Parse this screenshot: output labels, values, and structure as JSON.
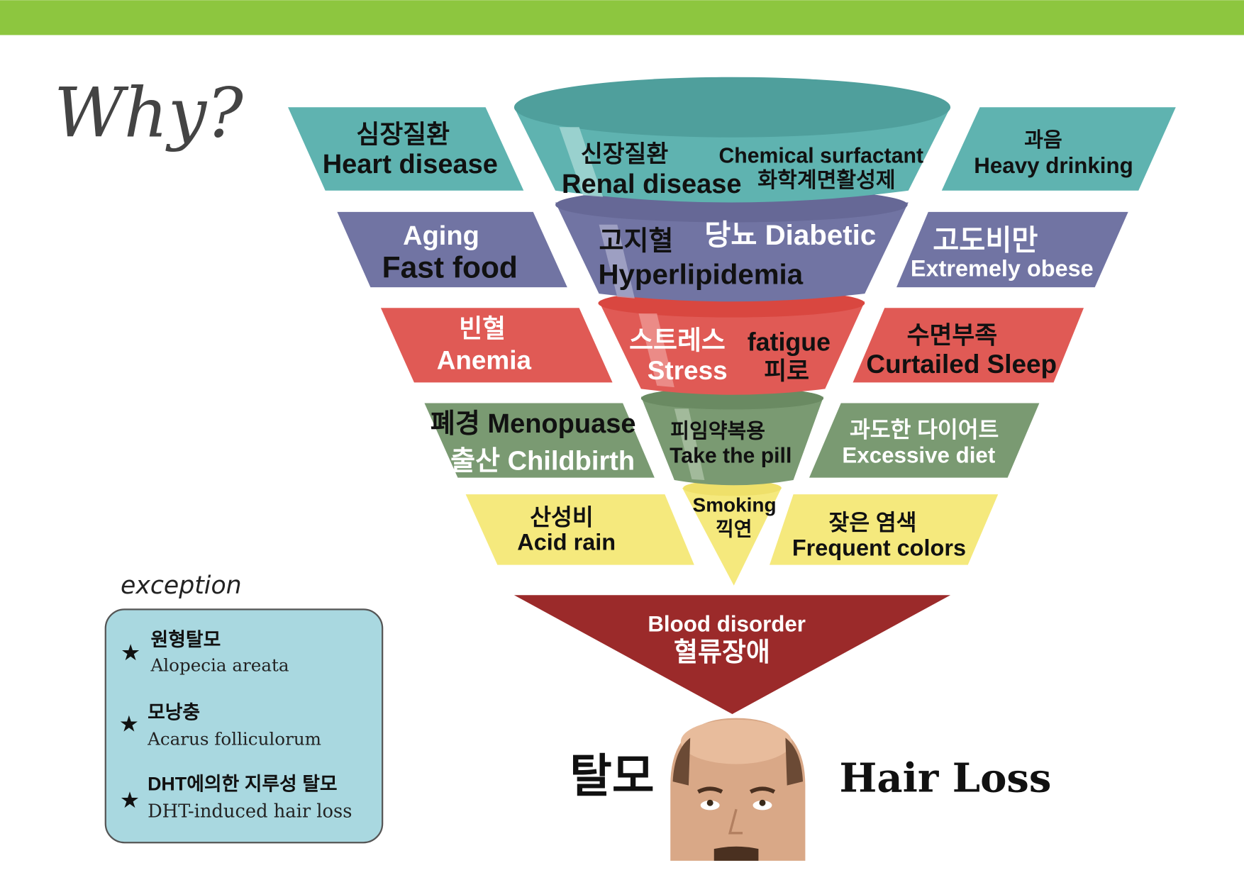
{
  "title": "Why?",
  "funnel_center": {
    "teal": {
      "kr": "신장질환",
      "en": "Renal disease",
      "en2": "Chemical surfactant",
      "kr2": "화학계면활성제"
    },
    "purple": {
      "kr": "고지혈",
      "en": "Hyperlipidemia",
      "label2": "당뇨 Diabetic"
    },
    "red": {
      "kr": "스트레스",
      "en": "Stress",
      "en2": "fatigue",
      "kr2": "피로"
    },
    "green": {
      "kr": "피임약복용",
      "en": "Take the pill"
    },
    "yellow": {
      "en": "Smoking",
      "kr": "끽연"
    }
  },
  "left_items": [
    {
      "kr": "심장질환",
      "en": "Heart disease"
    },
    {
      "kr": "Aging",
      "en": "Fast food"
    },
    {
      "kr": "빈혈",
      "en": "Anemia"
    },
    {
      "kr": "폐경 Menopuase",
      "en": "출산 Childbirth"
    },
    {
      "kr": "산성비",
      "en": "Acid rain"
    }
  ],
  "right_items": [
    {
      "kr": "과음",
      "en": "Heavy drinking"
    },
    {
      "kr": "고도비만",
      "en": "Extremely obese"
    },
    {
      "kr": "수면부족",
      "en": "Curtailed Sleep"
    },
    {
      "kr": "과도한 다이어트",
      "en": "Excessive diet"
    },
    {
      "kr": "잦은 염색",
      "en": "Frequent colors"
    }
  ],
  "result": {
    "en": "Blood disorder",
    "kr": "혈류장애"
  },
  "outcome": {
    "kr": "탈모",
    "en": "Hair Loss"
  },
  "exception": {
    "label": "exception",
    "items": [
      {
        "kr": "원형탈모",
        "en": "Alopecia areata"
      },
      {
        "kr": "모낭충",
        "en": "Acarus folliculorum"
      },
      {
        "kr": "DHT에의한 지루성 탈모",
        "en": "DHT-induced hair loss"
      }
    ]
  },
  "colors": {
    "header": "#8dc63f",
    "teal": "#5fb3b0",
    "purple": "#7174a3",
    "red": "#e05a55",
    "green": "#7a9a72",
    "yellow": "#f5e97d",
    "blood": "#9b2a2a",
    "exception_bg": "#a9d8e0"
  }
}
